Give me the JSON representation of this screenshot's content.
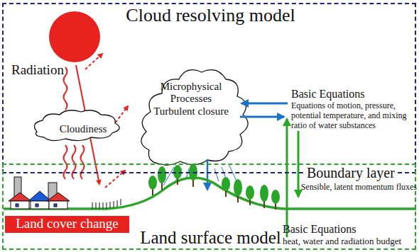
{
  "diagram": {
    "nodes": [
      {
        "text": [
          "Cloud resolving model"
        ]
      },
      {
        "text": [
          "Land surface model"
        ]
      },
      {
        "text": [
          "Cloudiness"
        ],
        "in": 0
      },
      {
        "text": [
          "Microphysical Processes",
          "Turbulent closure"
        ],
        "in": 0
      },
      {
        "text": [
          "Land cover change"
        ],
        "in": 1
      }
    ],
    "labels": [
      "Radiation",
      "Basic Equations",
      "Equations of motion, pressure, potential temperature, and mixing ratio of water substances",
      "Boundary layer",
      "Sensible, latent momentum fluxes",
      "Basic Equations",
      "heat, water and radiation budget"
    ]
  }
}
